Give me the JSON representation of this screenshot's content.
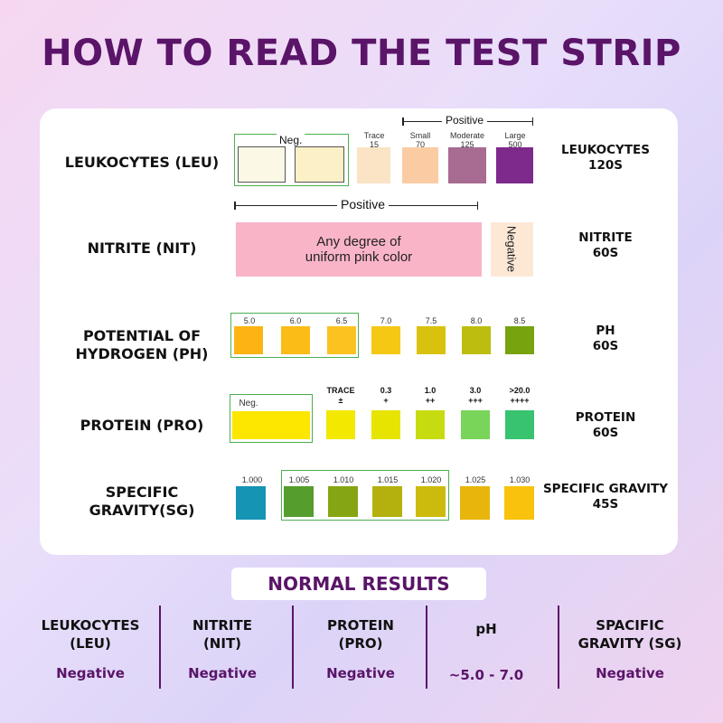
{
  "title": "HOW TO READ THE TEST STRIP",
  "rows": {
    "leu": {
      "label": "LEUKOCYTES (LEU)",
      "time": "LEUKOCYTES\n120S",
      "neg_label": "Neg.",
      "positive_label": "Positive",
      "captions": [
        "Trace\n15",
        "Small\n70",
        "Moderate\n125",
        "Large\n500"
      ],
      "colors": [
        "#fbf8e6",
        "#fbf0c6",
        "#fbe3c5",
        "#fbcca4",
        "#a86b92",
        "#7d2a8c"
      ]
    },
    "nit": {
      "label": "NITRITE (NIT)",
      "time": "NITRITE\n60S",
      "positive_label": "Positive",
      "pink_text": "Any degree of\nuniform pink color",
      "negative_text": "Negative",
      "colors": [
        "#f9b4c8",
        "#fde8d6"
      ]
    },
    "ph": {
      "label": "POTENTIAL OF\nHYDROGEN (PH)",
      "time": "PH\n60S",
      "captions": [
        "5.0",
        "6.0",
        "6.5",
        "7.0",
        "7.5",
        "8.0",
        "8.5"
      ],
      "colors": [
        "#fbb414",
        "#fbbc18",
        "#fcc320",
        "#f6c816",
        "#d9c20e",
        "#bcbd0e",
        "#77a30e"
      ]
    },
    "pro": {
      "label": "PROTEIN (PRO)",
      "time": "PROTEIN\n60S",
      "neg_label": "Neg.",
      "captions": [
        "TRACE\n±",
        "0.3\n+",
        "1.0\n++",
        "3.0\n+++",
        ">20.0\n++++"
      ],
      "colors": [
        "#fde600",
        "#f3e800",
        "#e6e400",
        "#c7dc10",
        "#79d45a",
        "#37c36f"
      ]
    },
    "sg": {
      "label": "SPECIFIC\nGRAVITY(SG)",
      "time": "SPECIFIC GRAVITY\n45S",
      "captions": [
        "1.000",
        "1.005",
        "1.010",
        "1.015",
        "1.020",
        "1.025",
        "1.030"
      ],
      "colors": [
        "#1594b4",
        "#559d2d",
        "#86a512",
        "#b4b10e",
        "#ccbb0c",
        "#e8b50c",
        "#f9c20c"
      ]
    }
  },
  "normal": {
    "heading": "NORMAL RESULTS",
    "columns": [
      {
        "name": "LEUKOCYTES\n(LEU)",
        "value": "Negative"
      },
      {
        "name": "NITRITE\n(NIT)",
        "value": "Negative"
      },
      {
        "name": "PROTEIN\n(PRO)",
        "value": "Negative"
      },
      {
        "name": "pH",
        "value": "~5.0 - 7.0"
      },
      {
        "name": "SPACIFIC\nGRAVITY (SG)",
        "value": "Negative"
      }
    ],
    "accent": "#5a1468"
  }
}
